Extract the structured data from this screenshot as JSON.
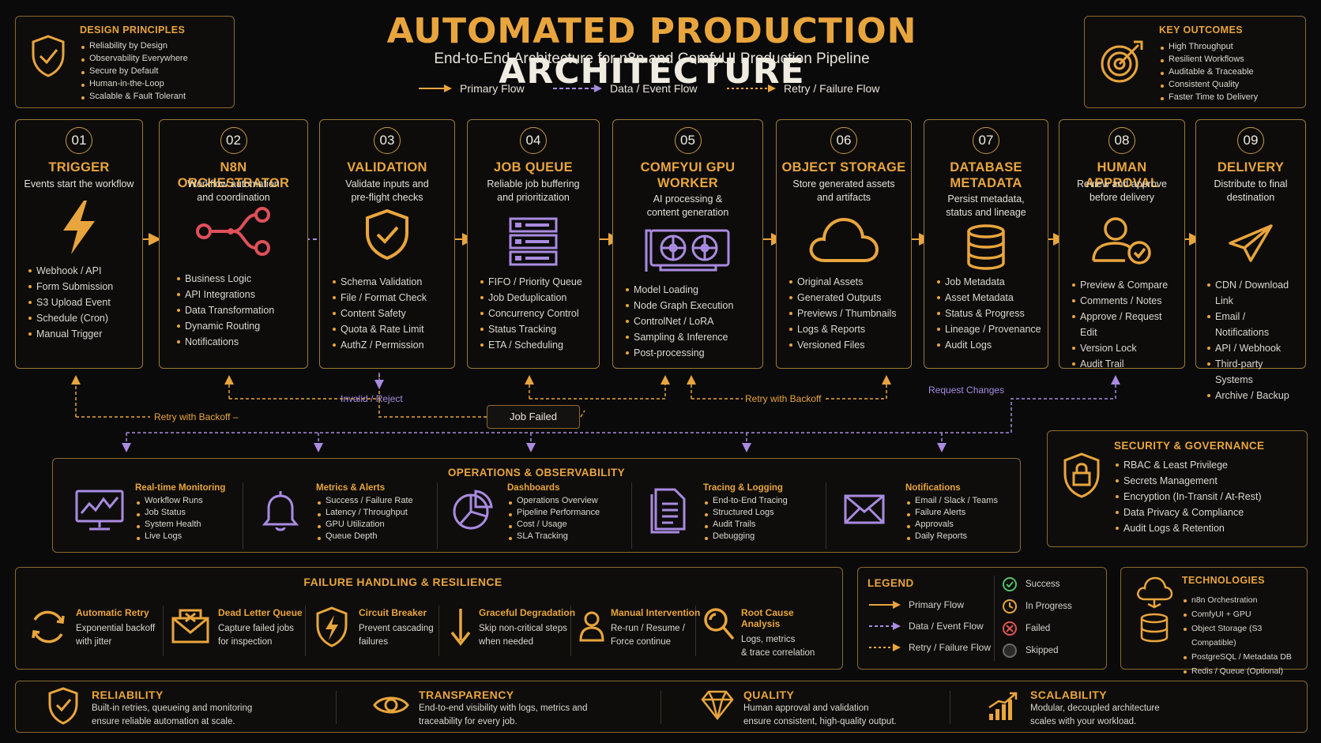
{
  "header": {
    "title_a": "AUTOMATED PRODUCTION",
    "title_b": "ARCHITECTURE",
    "subtitle": "End-to-End Architecture for n8n and ComfyUI Production Pipeline",
    "flow_legend": [
      "Primary Flow",
      "Data / Event Flow",
      "Retry / Failure Flow"
    ]
  },
  "design_principles": {
    "title": "DESIGN PRINCIPLES",
    "items": [
      "Reliability by Design",
      "Observability Everywhere",
      "Secure by Default",
      "Human-in-the-Loop",
      "Scalable & Fault Tolerant"
    ]
  },
  "key_outcomes": {
    "title": "KEY OUTCOMES",
    "items": [
      "High Throughput",
      "Resilient Workflows",
      "Auditable & Traceable",
      "Consistent Quality",
      "Faster Time to Delivery"
    ]
  },
  "stages": [
    {
      "num": "01",
      "name": "TRIGGER",
      "desc": "Events start the workflow",
      "icon": "lightning-icon",
      "items": [
        "Webhook / API",
        "Form Submission",
        "S3 Upload Event",
        "Schedule (Cron)",
        "Manual Trigger"
      ]
    },
    {
      "num": "02",
      "name": "N8N ORCHESTRATOR",
      "desc": "Workflow automation and coordination",
      "icon": "workflow-nodes-icon",
      "items": [
        "Business Logic",
        "API Integrations",
        "Data Transformation",
        "Dynamic Routing",
        "Notifications"
      ]
    },
    {
      "num": "03",
      "name": "VALIDATION",
      "desc": "Validate inputs and pre-flight checks",
      "icon": "shield-check-icon",
      "items": [
        "Schema Validation",
        "File / Format Check",
        "Content Safety",
        "Quota & Rate Limit",
        "AuthZ / Permission"
      ]
    },
    {
      "num": "04",
      "name": "JOB QUEUE",
      "desc": "Reliable job buffering and prioritization",
      "icon": "queue-stack-icon",
      "items": [
        "FIFO / Priority Queue",
        "Job Deduplication",
        "Concurrency Control",
        "Status Tracking",
        "ETA / Scheduling"
      ]
    },
    {
      "num": "05",
      "name": "COMFYUI GPU WORKER",
      "desc": "AI processing & content generation",
      "icon": "gpu-card-icon",
      "items": [
        "Model Loading",
        "Node Graph Execution",
        "ControlNet / LoRA",
        "Sampling & Inference",
        "Post-processing"
      ]
    },
    {
      "num": "06",
      "name": "OBJECT STORAGE",
      "desc": "Store generated assets and artifacts",
      "icon": "cloud-icon",
      "items": [
        "Original Assets",
        "Generated Outputs",
        "Previews / Thumbnails",
        "Logs & Reports",
        "Versioned Files"
      ]
    },
    {
      "num": "07",
      "name": "DATABASE METADATA",
      "desc": "Persist metadata, status and lineage",
      "icon": "database-icon",
      "items": [
        "Job Metadata",
        "Asset Metadata",
        "Status & Progress",
        "Lineage / Provenance",
        "Audit Logs"
      ]
    },
    {
      "num": "08",
      "name": "HUMAN APPROVAL",
      "desc": "Review and approve before delivery",
      "icon": "user-check-icon",
      "items": [
        "Preview & Compare",
        "Comments / Notes",
        "Approve / Request Edit",
        "Version Lock",
        "Audit Trail"
      ]
    },
    {
      "num": "09",
      "name": "DELIVERY",
      "desc": "Distribute to final destination",
      "icon": "paper-plane-icon",
      "items": [
        "CDN / Download Link",
        "Email / Notifications",
        "API / Webhook",
        "Third-party Systems",
        "Archive / Backup"
      ]
    }
  ],
  "feedback_labels": {
    "retry_backoff_left": "Retry with Backoff –",
    "invalid_reject": "Invalid / Reject",
    "job_failed": "Job Failed",
    "retry_backoff_right": "Retry with Backoff",
    "request_changes": "Request Changes"
  },
  "operations": {
    "title": "OPERATIONS & OBSERVABILITY",
    "sections": [
      {
        "title": "Real-time Monitoring",
        "icon": "monitor-chart-icon",
        "items": [
          "Workflow Runs",
          "Job Status",
          "System Health",
          "Live Logs"
        ]
      },
      {
        "title": "Metrics & Alerts",
        "icon": "bell-icon",
        "items": [
          "Success / Failure Rate",
          "Latency / Throughput",
          "GPU Utilization",
          "Queue Depth"
        ]
      },
      {
        "title": "Dashboards",
        "icon": "pie-chart-icon",
        "items": [
          "Operations Overview",
          "Pipeline Performance",
          "Cost / Usage",
          "SLA Tracking"
        ]
      },
      {
        "title": "Tracing & Logging",
        "icon": "document-icon",
        "items": [
          "End-to-End Tracing",
          "Structured Logs",
          "Audit Trails",
          "Debugging"
        ]
      },
      {
        "title": "Notifications",
        "icon": "envelope-icon",
        "items": [
          "Email / Slack / Teams",
          "Failure Alerts",
          "Approvals",
          "Daily Reports"
        ]
      }
    ]
  },
  "security": {
    "title": "SECURITY & GOVERNANCE",
    "items": [
      "RBAC & Least Privilege",
      "Secrets Management",
      "Encryption (In-Transit / At-Rest)",
      "Data Privacy & Compliance",
      "Audit Logs & Retention"
    ]
  },
  "failure": {
    "title": "FAILURE HANDLING & RESILIENCE",
    "sections": [
      {
        "title": "Automatic Retry",
        "icon": "retry-icon",
        "text": [
          "Exponential backoff",
          "with jitter"
        ]
      },
      {
        "title": "Dead Letter Queue",
        "icon": "dead-letter-icon",
        "text": [
          "Capture failed jobs",
          "for inspection"
        ]
      },
      {
        "title": "Circuit Breaker",
        "icon": "circuit-breaker-icon",
        "text": [
          "Prevent cascading",
          "failures"
        ]
      },
      {
        "title": "Graceful Degradation",
        "icon": "down-arrow-icon",
        "text": [
          "Skip non-critical steps",
          "when needed"
        ]
      },
      {
        "title": "Manual Intervention",
        "icon": "person-icon",
        "text": [
          "Re-run / Resume /",
          "Force continue"
        ]
      },
      {
        "title": "Root Cause Analysis",
        "icon": "magnifier-icon",
        "text": [
          "Logs, metrics",
          "& trace correlation"
        ]
      }
    ]
  },
  "legend": {
    "title": "LEGEND",
    "flows": [
      "Primary Flow",
      "Data / Event Flow",
      "Retry / Failure Flow"
    ],
    "statuses": [
      "Success",
      "In Progress",
      "Failed",
      "Skipped"
    ]
  },
  "technologies": {
    "title": "TECHNOLOGIES",
    "items": [
      "n8n Orchestration",
      "ComfyUI + GPU",
      "Object Storage (S3 Compatible)",
      "PostgreSQL / Metadata DB",
      "Redis / Queue (Optional)"
    ]
  },
  "pillars": [
    {
      "title": "RELIABILITY",
      "icon": "shield-check-icon",
      "text": [
        "Built-in retries, queueing and monitoring",
        "ensure reliable automation at scale."
      ]
    },
    {
      "title": "TRANSPARENCY",
      "icon": "eye-icon",
      "text": [
        "End-to-end visibility with logs, metrics and",
        "traceability for every job."
      ]
    },
    {
      "title": "QUALITY",
      "icon": "diamond-icon",
      "text": [
        "Human approval and validation",
        "ensure consistent, high-quality output."
      ]
    },
    {
      "title": "SCALABILITY",
      "icon": "growth-chart-icon",
      "text": [
        "Modular, decoupled architecture",
        "scales with your workload."
      ]
    }
  ],
  "colors": {
    "gold": "#e9a53d",
    "purple": "#a98be0",
    "red": "#e05555",
    "green": "#55c06a"
  }
}
